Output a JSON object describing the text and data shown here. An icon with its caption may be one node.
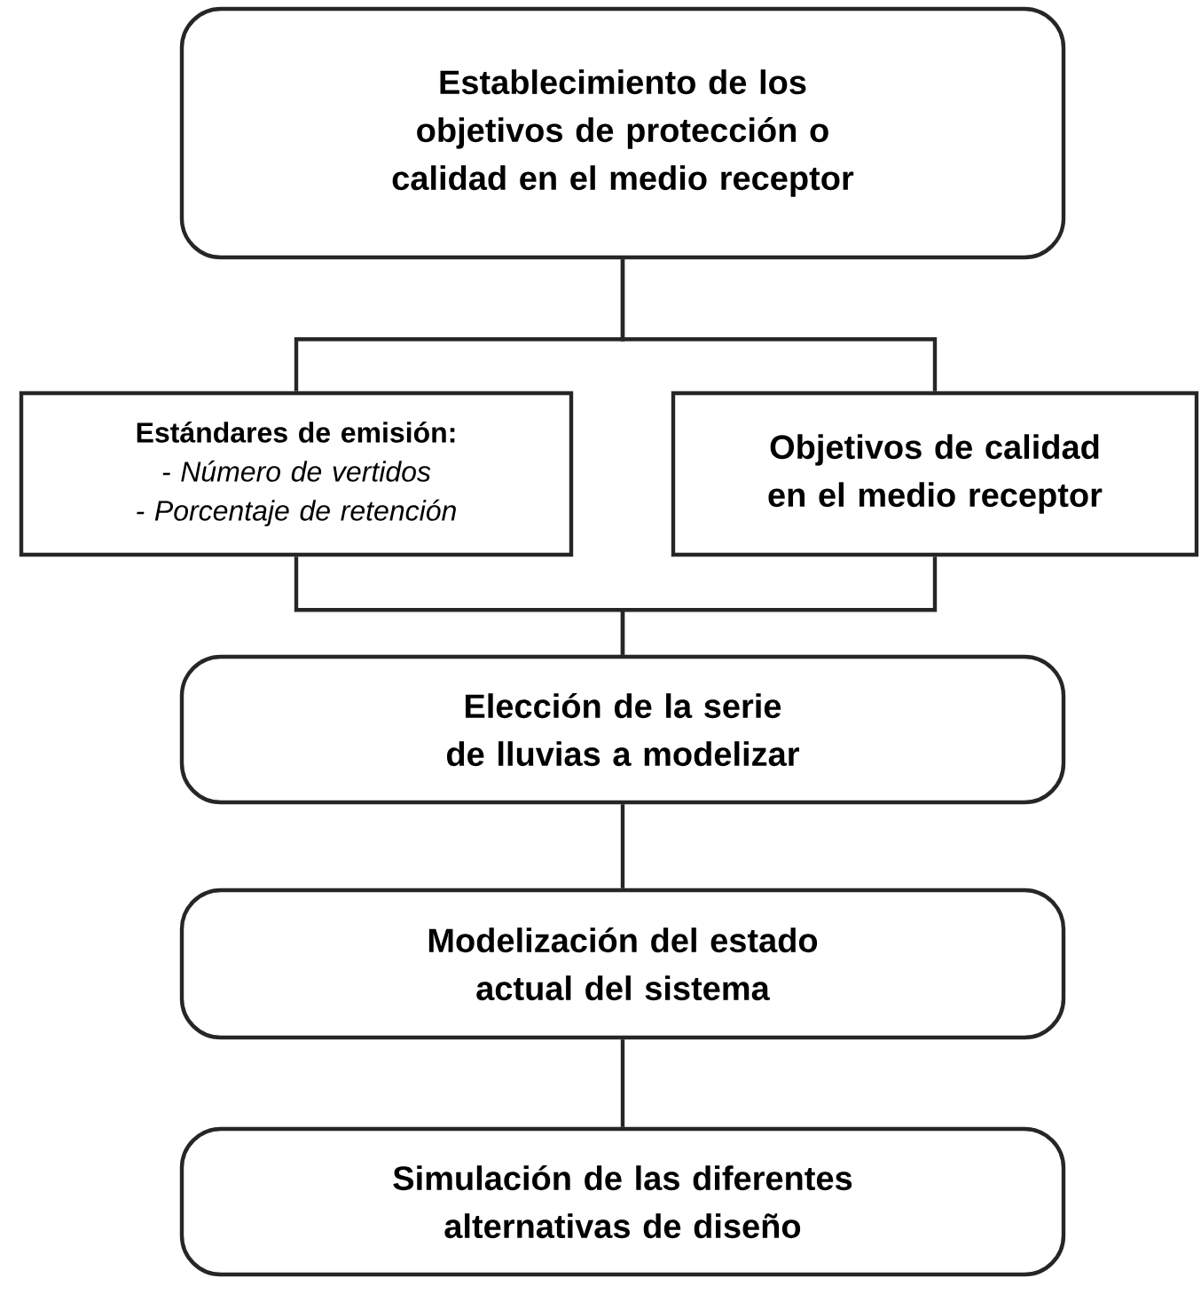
{
  "diagram": {
    "nodes": [
      {
        "text": [
          "Establecimiento de los objetivos de protección o calidad en el medio receptor"
        ]
      },
      {
        "text": [
          "Estándares de emisión:",
          "- Número de vertidos",
          "- Porcentaje de retención"
        ]
      },
      {
        "text": [
          "Objetivos de calidad en el medio receptor"
        ]
      },
      {
        "text": [
          "Elección de la serie de lluvias a modelizar"
        ]
      },
      {
        "text": [
          "Modelización del estado actual del sistema"
        ]
      },
      {
        "text": [
          "Simulación de las diferentes alternativas de diseño"
        ]
      }
    ],
    "edges": [
      {
        "from": 0,
        "to": 1,
        "arrow": "none"
      },
      {
        "from": 0,
        "to": 2,
        "arrow": "none"
      },
      {
        "from": 1,
        "to": 3,
        "arrow": "none"
      },
      {
        "from": 2,
        "to": 3,
        "arrow": "none"
      },
      {
        "from": 3,
        "to": 4,
        "arrow": "none"
      },
      {
        "from": 4,
        "to": 5,
        "arrow": "none"
      }
    ]
  }
}
